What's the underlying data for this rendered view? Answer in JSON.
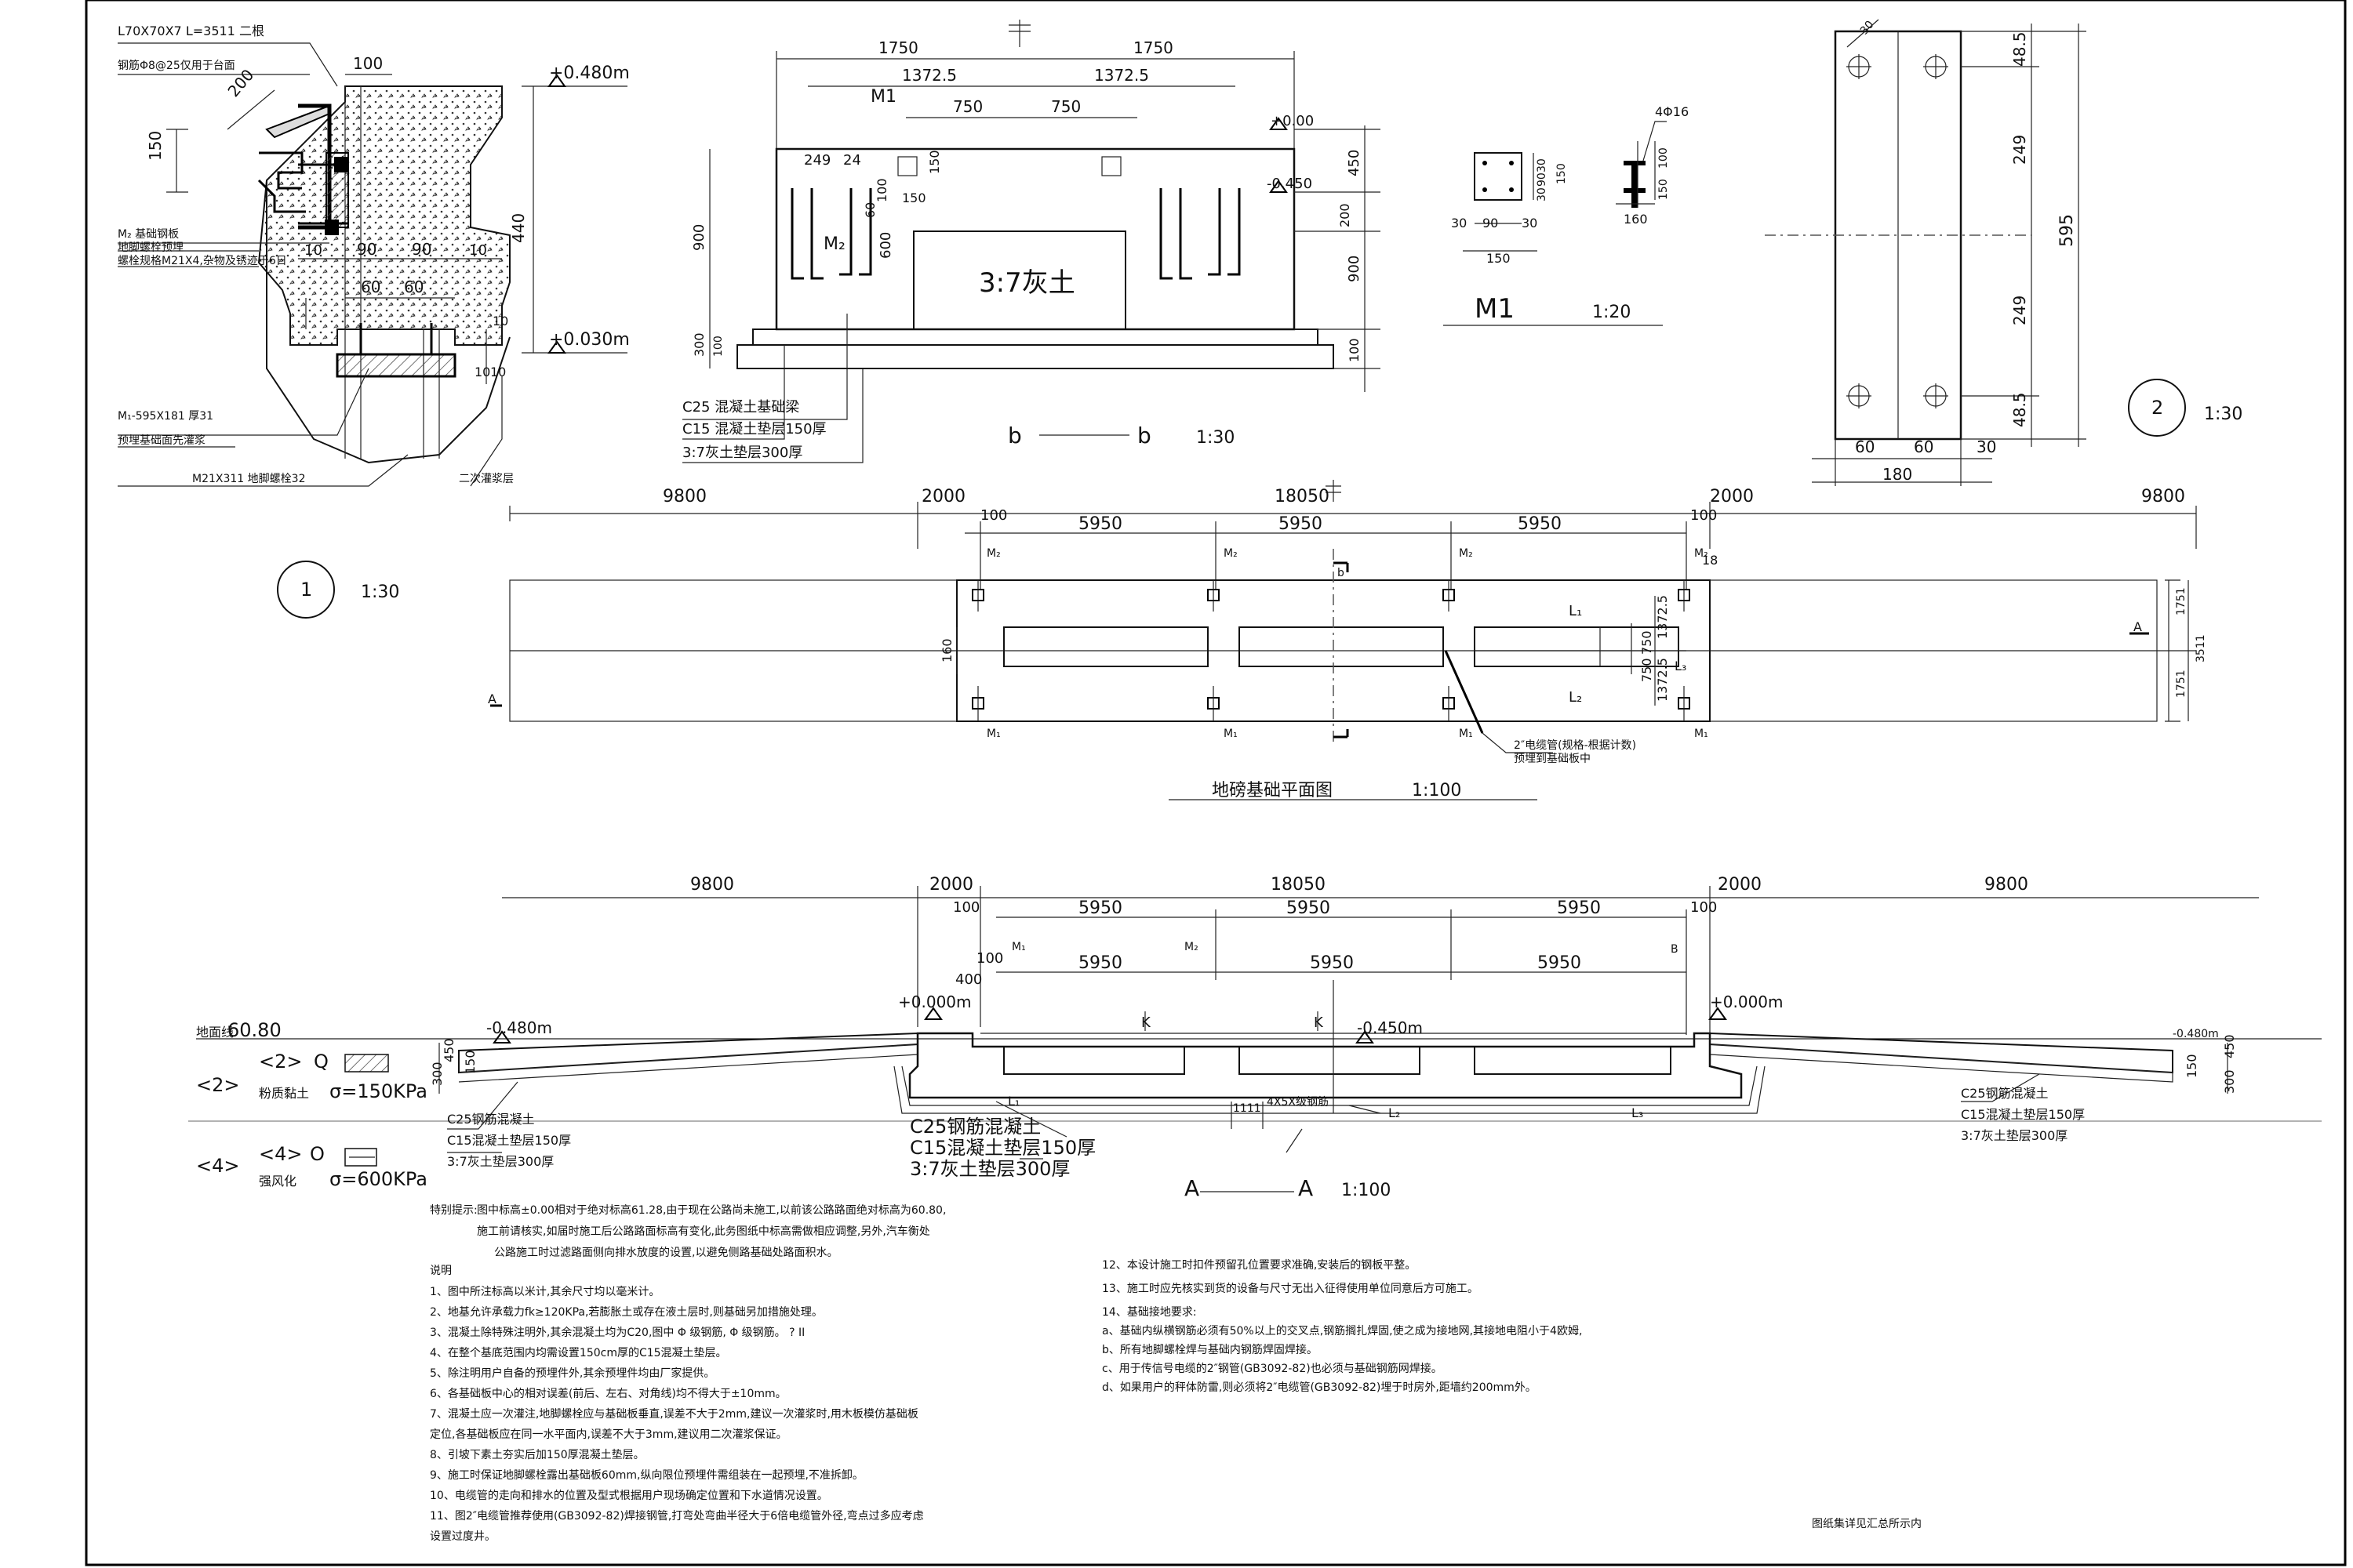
{
  "detail1": {
    "callout_top": "L70X70X7  L=3511 二根",
    "note_anchor": "钢筋Φ8@25仅用于台面",
    "note_m2_1": "M₂ 基础钢板",
    "note_m2_2": "地脚螺栓预埋",
    "note_m2_3": "螺栓规格M21X4,杂物及锈迹于6日",
    "note_m1": "M₁-595X181  厚31",
    "note_m1_2": "预埋基础面先灌浆",
    "note_bolt": "M21X311  地脚螺栓32",
    "note_grout": "二次灌浆层",
    "dim_100": "100",
    "dim_200": "200",
    "dim_150": "150",
    "dim_440": "440",
    "dim_10a": "10",
    "dim_90a": "90",
    "dim_90b": "90",
    "dim_10b": "10",
    "dim_60a": "60",
    "dim_60b": "60",
    "dim_10c": "10",
    "dim_10d": "10",
    "dim_10e": "10",
    "elev_top": "+0.480m",
    "elev_bottom": "+0.030m",
    "circle": "1",
    "scale": "1:30"
  },
  "section_b": {
    "dim_1750a": "1750",
    "dim_1750b": "1750",
    "dim_1372a": "1372.5",
    "dim_1372b": "1372.5",
    "dim_750a": "750",
    "dim_750b": "750",
    "dim_249": "249",
    "dim_24": "24",
    "dim_150a": "150",
    "dim_100a": "100",
    "dim_150b": "150",
    "dim_600": "600",
    "dim_60": "60",
    "label_m1": "M1",
    "label_m2": "M₂",
    "fill_label": "3:7灰土",
    "elev_top": "+0.00",
    "elev_mid": "-0.450",
    "dim_450": "450",
    "dim_200": "200",
    "dim_900r": "900",
    "dim_100r": "100",
    "dim_900l": "900",
    "dim_300l": "300",
    "dim_100l": "100",
    "note1": "C25   混凝土基础梁",
    "note2": "C15   混凝土垫层150厚",
    "note3": "3:7灰土垫层300厚",
    "title_b1": "b",
    "title_b2": "b",
    "scale": "1:30"
  },
  "m1": {
    "dim_30": "30",
    "dim_90": "90",
    "dim_30b": "30",
    "dim_150": "150",
    "dim_150h": "150",
    "dim_30v": "30",
    "dim_90v": "90",
    "dim_30v2": "30",
    "rebar": "4Φ16",
    "dim_160": "160",
    "dim_100": "100",
    "dim_150r": "150",
    "title": "M1",
    "scale": "1:20"
  },
  "detail2": {
    "dim_48_5a": "48.5",
    "dim_249a": "249",
    "dim_249b": "249",
    "dim_48_5b": "48.5",
    "dim_595": "595",
    "dim_60a": "60",
    "dim_60b": "60",
    "dim_30": "30",
    "dim_180": "180",
    "dim_30top": "30",
    "circle": "2",
    "scale": "1:30"
  },
  "plan": {
    "dim_9800l": "9800",
    "dim_2000l": "2000",
    "dim_18050": "18050",
    "dim_2000r": "2000",
    "dim_9800r": "9800",
    "dim_100l": "100",
    "dim_5950a": "5950",
    "dim_5950b": "5950",
    "dim_5950c": "5950",
    "dim_100r": "100",
    "label_m2": "M₂",
    "label_m1": "M₁",
    "label_l1": "L₁",
    "label_l2": "L₂",
    "label_l3": "L₃",
    "dim_18": "18",
    "dim_160": "160",
    "dim_1372a": "1372.5",
    "dim_750a": "750",
    "dim_750b": "750",
    "dim_1372b": "1372.5",
    "dim_1751a": "1751",
    "dim_1751b": "1751",
    "dim_3511": "3511",
    "label_a": "A",
    "label_b": "b",
    "note_pipe": "2″电缆管(规格-根据计数)",
    "note_pipe2": "预埋到基础板中",
    "title": "地磅基础平面图",
    "scale": "1:100"
  },
  "section_a": {
    "dim_9800l": "9800",
    "dim_2000l": "2000",
    "dim_18050": "18050",
    "dim_2000r": "2000",
    "dim_9800r": "9800",
    "dim_100a": "100",
    "dim_5950a": "5950",
    "dim_5950b": "5950",
    "dim_5950c": "5950",
    "dim_100b": "100",
    "dim_400": "400",
    "dim_5950d": "5950",
    "dim_5950e": "5950",
    "dim_5950f": "5950",
    "label_m1": "M₁",
    "label_m2": "M₂",
    "label_b": "B",
    "elev_left": "-0.480m",
    "elev_zero": "+0.000m",
    "elev_mid": "-0.450m",
    "elev_right": "+0.000m",
    "elev_far_right": "-0.480m",
    "ground_label": "地面线",
    "ground_value": "60.80",
    "dim_300": "300",
    "dim_450": "450",
    "dim_150": "150",
    "dim_150r": "150",
    "dim_300r": "300",
    "dim_450r": "450",
    "label_l1": "L₁",
    "label_l2": "L₂",
    "label_l3": "L₃",
    "label_k1": "K",
    "label_k2": "K",
    "dim_1111": "1111",
    "note_small": "4X5X级钢筋",
    "note_left1": "C25钢筋混凝土",
    "note_left2": "C15混凝土垫层150厚",
    "note_left3": "3:7灰土垫层300厚",
    "note_mid1": "C25钢筋混凝土",
    "note_mid2": "C15混凝土垫层150厚",
    "note_mid3": "3:7灰土垫层300厚",
    "note_right1": "C25钢筋混凝土",
    "note_right2": "C15混凝土垫层150厚",
    "note_right3": "3:7灰土垫层300厚",
    "title_a1": "A",
    "title_a2": "A",
    "scale": "1:100"
  },
  "soil": {
    "layer2_tag": "<2>",
    "layer2_tag2": "<2>",
    "layer2_sym": "Q",
    "layer2_name": "粉质黏土",
    "layer2_fak": "σ=150KPa",
    "layer4_tag": "<4>",
    "layer4_tag2": "<4>",
    "layer4_sym": "O",
    "layer4_name": "强风化",
    "layer4_fak": "σ=600KPa"
  },
  "notes": {
    "special_label": "特别提示:",
    "special_1": "图中标高±0.00相对于绝对标高61.28,由于现在公路尚未施工,以前该公路路面绝对标高为60.80,",
    "special_2": "施工前请核实,如届时施工后公路路面标高有变化,此务图纸中标高需做相应调整,另外,汽车衡处",
    "special_3": "公路施工时过滤路面侧向排水放度的设置,以避免侧路基础处路面积水。",
    "heading": "说明",
    "left": [
      "1、图中所注标高以米计,其余尺寸均以毫米计。",
      "2、地基允许承载力fk≥120KPa,若膨胀土或存在液土层时,则基础另加措施处理。",
      "3、混凝土除特殊注明外,其余混凝土均为C20,图中  Φ  级钢筋,  Φ  级钢筋。  ?  II",
      "4、在整个基底范围内均需设置150cm厚的C15混凝土垫层。",
      "5、除注明用户自备的预埋件外,其余预埋件均由厂家提供。",
      "6、各基础板中心的相对误差(前后、左右、对角线)均不得大于±10mm。",
      "7、混凝土应一次灌注,地脚螺栓应与基础板垂直,误差不大于2mm,建议一次灌浆时,用木板模仿基础板",
      "   定位,各基础板应在同一水平面内,误差不大于3mm,建议用二次灌浆保证。",
      "8、引坡下素土夯实后加150厚混凝土垫层。",
      "9、施工时保证地脚螺栓露出基础板60mm,纵向限位预埋件需组装在一起预埋,不准拆卸。",
      "10、电缆管的走向和排水的位置及型式根据用户现场确定位置和下水道情况设置。",
      "11、图2″电缆管推荐使用(GB3092-82)焊接钢管,打弯处弯曲半径大于6倍电缆管外径,弯点过多应考虑",
      "    设置过度井。"
    ],
    "right": [
      "12、本设计施工时扣件预留孔位置要求准确,安装后的钢板平整。",
      "13、施工时应先核实到货的设备与尺寸无出入征得使用单位同意后方可施工。",
      "14、基础接地要求:",
      "a、基础内纵横钢筋必须有50%以上的交叉点,钢筋搁扎焊固,使之成为接地网,其接地电阻小于4欧姆,",
      "b、所有地脚螺栓焊与基础内钢筋焊固焊接。",
      "c、用于传信号电缆的2″钢管(GB3092-82)也必须与基础钢筋网焊接。",
      "d、如果用户的秤体防雷,则必须将2″电缆管(GB3092-82)埋于时房外,距墙约200mm外。"
    ],
    "bottom_right": "图纸集详见汇总所示内"
  }
}
